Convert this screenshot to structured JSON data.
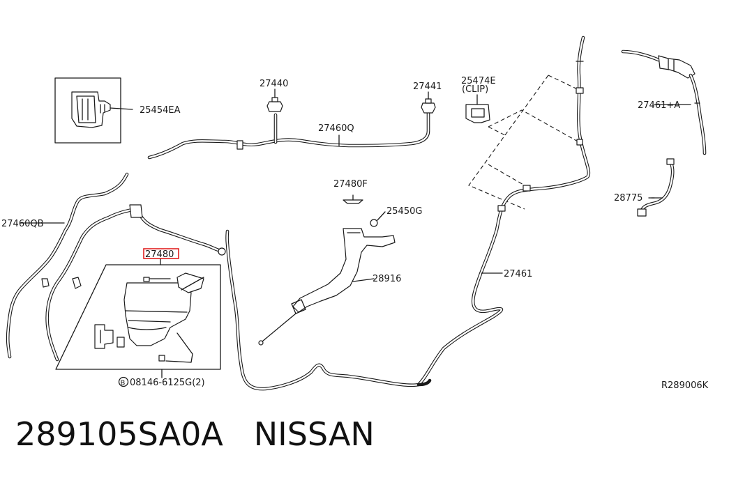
{
  "diagram": {
    "ref_code": "R289006K",
    "labels": {
      "p25454EA": "25454EA",
      "p27440": "27440",
      "p27441": "27441",
      "p27460Q": "27460Q",
      "p25474E": "25474E",
      "p25474E_note": "(CLIP)",
      "p27461A": "27461+A",
      "p27460QB": "27460QB",
      "p27480F": "27480F",
      "p25450G": "25450G",
      "p28775": "28775",
      "p27480": "27480",
      "p28916": "28916",
      "p27461": "27461",
      "p08146": "08146-6125G(2)",
      "p08146_prefix": "B"
    },
    "highlight_color": "#e02020"
  },
  "footer": {
    "part_number": "289105SA0A",
    "brand": "NISSAN"
  }
}
